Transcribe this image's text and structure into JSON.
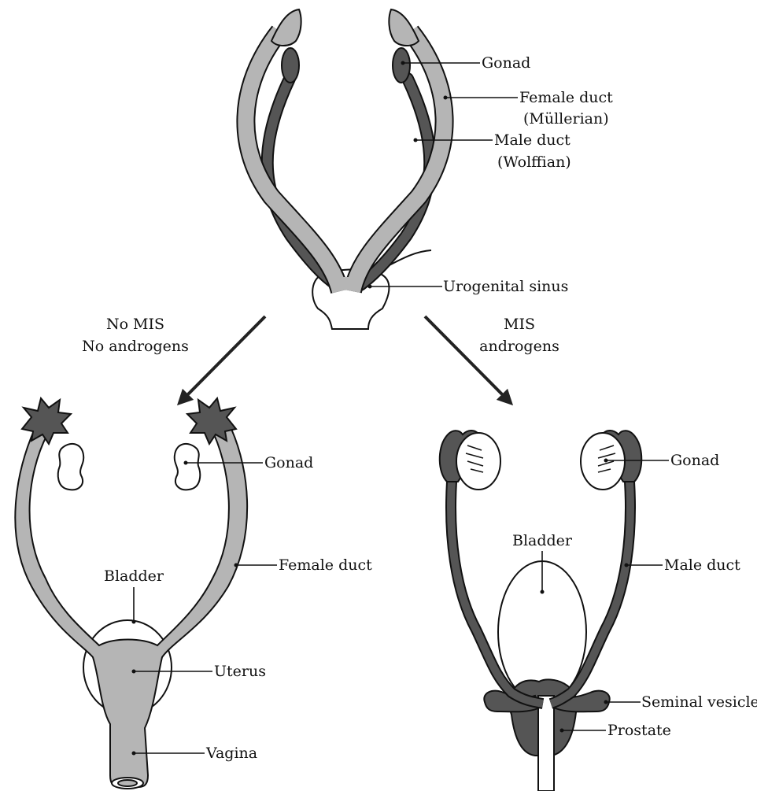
{
  "colors": {
    "female_duct": "#b5b5b5",
    "male_duct": "#555555",
    "gonad_indifferent": "#555555",
    "outline": "#111111",
    "background": "#ffffff"
  },
  "top": {
    "labels": {
      "gonad": "Gonad",
      "female_duct": "Female duct",
      "female_duct_sub": "(Müllerian)",
      "male_duct": "Male duct",
      "male_duct_sub": "(Wolffian)",
      "urogenital_sinus": "Urogenital sinus"
    }
  },
  "arrows": {
    "left_line1": "No MIS",
    "left_line2": "No androgens",
    "right_line1": "MIS",
    "right_line2": "androgens"
  },
  "female": {
    "labels": {
      "gonad": "Gonad",
      "female_duct": "Female duct",
      "bladder": "Bladder",
      "uterus": "Uterus",
      "vagina": "Vagina"
    }
  },
  "male": {
    "labels": {
      "gonad": "Gonad",
      "bladder": "Bladder",
      "male_duct": "Male duct",
      "seminal_vesicle": "Seminal vesicle",
      "prostate": "Prostate"
    }
  }
}
